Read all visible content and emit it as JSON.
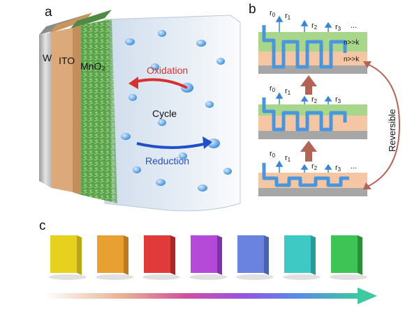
{
  "panels": {
    "a": "a",
    "b": "b",
    "c": "c"
  },
  "panel_a": {
    "layers": {
      "w": "W",
      "ito": "ITO",
      "mno2": "MnO₂"
    },
    "oxidation": "Oxidation",
    "cycle": "Cycle",
    "reduction": "Reduction"
  },
  "panel_b": {
    "r_labels": [
      "r",
      "r",
      "r",
      "r"
    ],
    "r_subs": [
      "0",
      "1",
      "2",
      "3"
    ],
    "ellipsis": "...",
    "nk": "n>>k",
    "reversible": "Reversible"
  },
  "panel_c": {
    "swatches": [
      {
        "color": "#e6d21e",
        "side": "#b8a616"
      },
      {
        "color": "#e8a030",
        "side": "#b97a20"
      },
      {
        "color": "#e03a3a",
        "side": "#a82828"
      },
      {
        "color": "#b54ad8",
        "side": "#8030a8"
      },
      {
        "color": "#6a82e0",
        "side": "#4c60b0"
      },
      {
        "color": "#3ec9c4",
        "side": "#2a9a98"
      },
      {
        "color": "#3dc454",
        "side": "#2a9038"
      }
    ]
  },
  "colors": {
    "tungsten": "#c9c9c9",
    "ito": "#dcaa7a",
    "mno2": "#6aae5a",
    "oxidation": "#d83030",
    "reduction": "#2050c8",
    "ion": "#5aa8e8"
  }
}
